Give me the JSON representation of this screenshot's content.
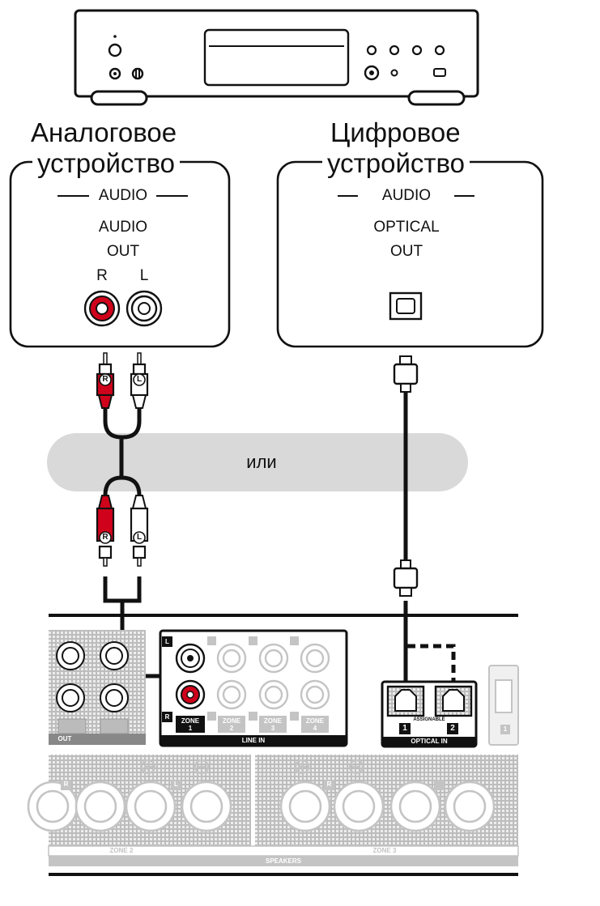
{
  "analog": {
    "title_line1": "Аналоговое",
    "title_line2": "устройство",
    "section": "AUDIO",
    "out_line1": "AUDIO",
    "out_line2": "OUT",
    "r": "R",
    "l": "L"
  },
  "digital": {
    "title_line1": "Цифровое",
    "title_line2": "устройство",
    "section": "AUDIO",
    "out_line1": "OPTICAL",
    "out_line2": "OUT"
  },
  "or_text": "или",
  "plug_labels": {
    "r": "R",
    "l": "L"
  },
  "receiver": {
    "zone_label": "ZONE",
    "zone_num_1": "1",
    "zone_num_2": "2",
    "zone_num_3": "3",
    "zone_num_4": "4",
    "line_in": "LINE IN",
    "out": "OUT",
    "assignable": "ASSIGNABLE",
    "optical_in": "OPTICAL IN",
    "optical_1": "1",
    "optical_2": "2",
    "side_1": "1",
    "speakers": "SPEAKERS",
    "zone2": "ZONE 2",
    "zone3": "ZONE 3",
    "l": "L",
    "r": "R"
  },
  "colors": {
    "red": "#d0021b",
    "black": "#111111",
    "gray": "#d9d9d9"
  }
}
